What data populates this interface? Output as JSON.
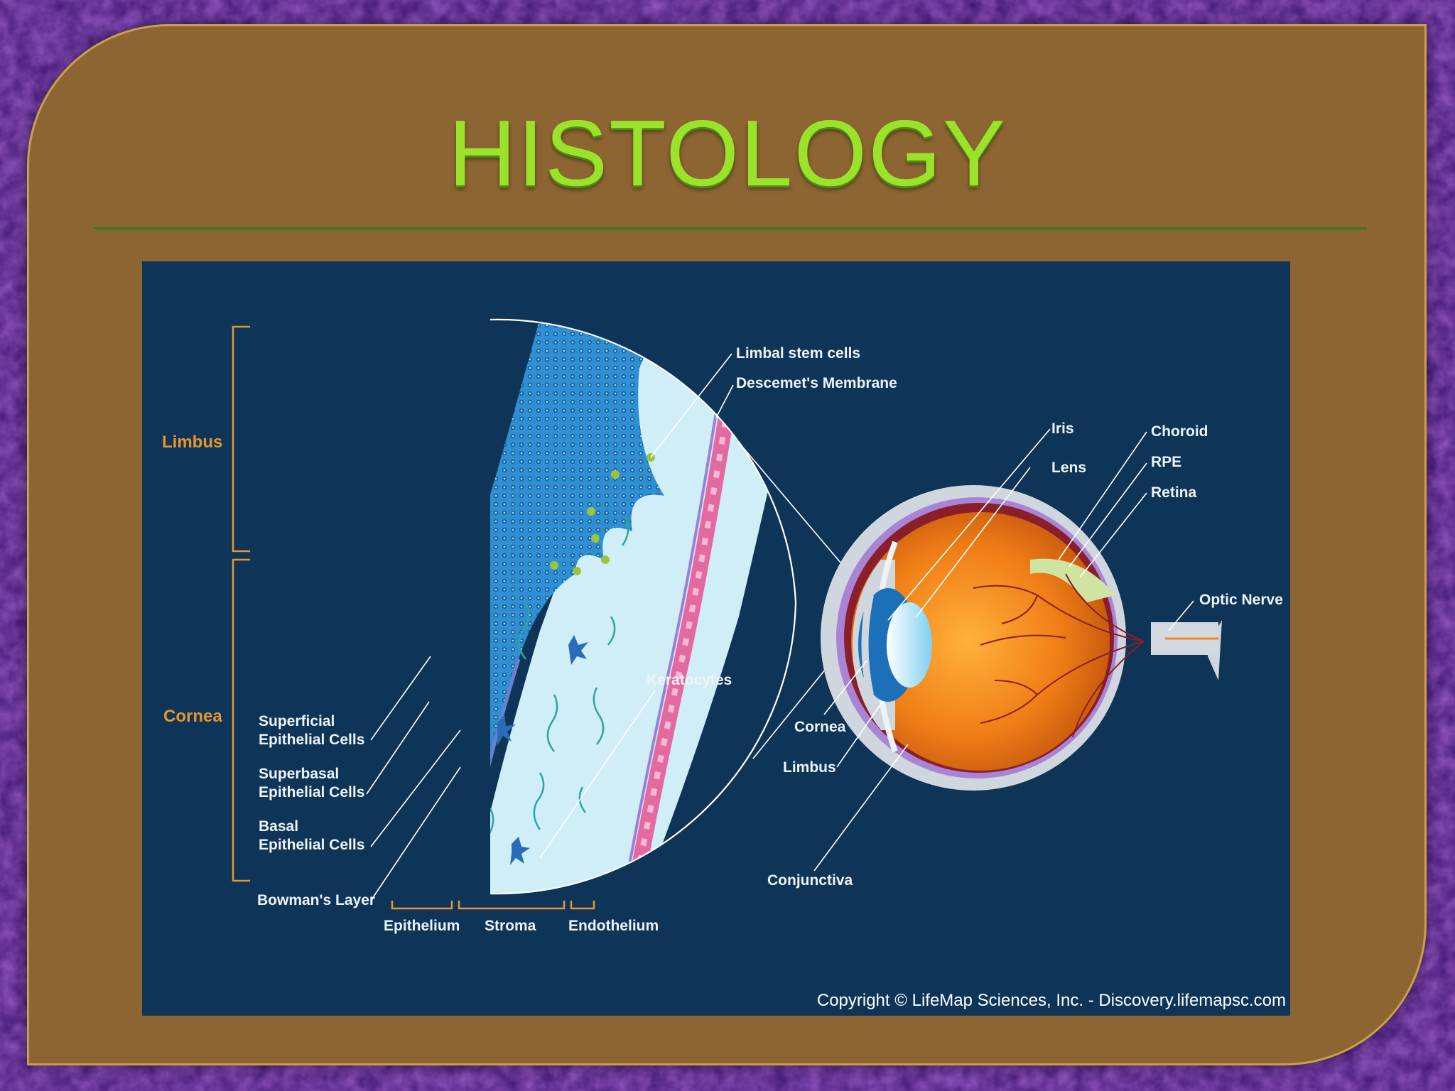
{
  "slide": {
    "title": "HISTOLOGY"
  },
  "figure": {
    "side_labels": {
      "limbus": "Limbus",
      "cornea": "Cornea"
    },
    "cell_labels": {
      "superficial": [
        "Superficial",
        "Epithelial Cells"
      ],
      "superbasal": [
        "Superbasal",
        "Epithelial Cells"
      ],
      "basal": [
        "Basal",
        "Epithelial Cells"
      ],
      "bowman": "Bowman's Layer"
    },
    "layer_labels": {
      "epithelium": "Epithelium",
      "stroma": "Stroma",
      "endothelium": "Endothelium"
    },
    "callouts": {
      "limbal_stem_cells": "Limbal stem cells",
      "descemet": "Descemet's Membrane",
      "keratocytes": "Keratocytes"
    },
    "eye_labels": {
      "iris": "Iris",
      "lens": "Lens",
      "choroid": "Choroid",
      "rpe": "RPE",
      "retina": "Retina",
      "optic_nerve": "Optic Nerve",
      "cornea": "Cornea",
      "limbus": "Limbus",
      "conjunctiva": "Conjunctiva"
    },
    "copyright": "Copyright © LifeMap Sciences, Inc. - Discovery.lifemapsc.com"
  },
  "colors": {
    "slide_background": "#4a1a7e",
    "panel": "#8c6532",
    "title": "#9be32a",
    "figure_background": "#0e3558",
    "label_accent": "#e8962c"
  }
}
